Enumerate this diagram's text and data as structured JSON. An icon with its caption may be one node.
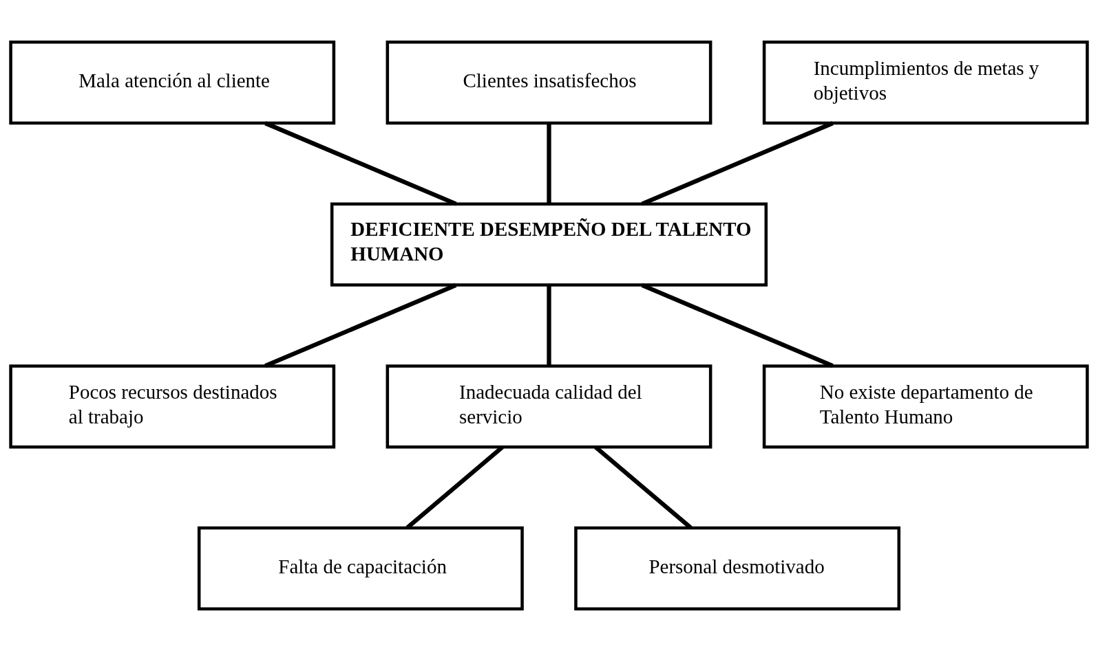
{
  "diagram": {
    "nodes": [
      {
        "text": [
          "Mala atención al cliente"
        ]
      },
      {
        "text": [
          "Clientes insatisfechos"
        ]
      },
      {
        "text": [
          "Incumplimientos de metas y objetivos"
        ]
      },
      {
        "text": [
          "DEFICIENTE DESEMPEÑO DEL TALENTO HUMANO"
        ]
      },
      {
        "text": [
          "Pocos recursos destinados al trabajo"
        ]
      },
      {
        "text": [
          "Inadecuada calidad del servicio"
        ]
      },
      {
        "text": [
          "No existe departamento de Talento Humano"
        ]
      },
      {
        "text": [
          "Falta de capacitación"
        ]
      },
      {
        "text": [
          "Personal desmotivado"
        ]
      }
    ],
    "edges": [
      {
        "from": 0,
        "to": 3,
        "arrow": "none"
      },
      {
        "from": 1,
        "to": 3,
        "arrow": "none"
      },
      {
        "from": 2,
        "to": 3,
        "arrow": "none"
      },
      {
        "from": 3,
        "to": 4,
        "arrow": "none"
      },
      {
        "from": 3,
        "to": 5,
        "arrow": "none"
      },
      {
        "from": 3,
        "to": 6,
        "arrow": "none"
      },
      {
        "from": 5,
        "to": 7,
        "arrow": "none"
      },
      {
        "from": 5,
        "to": 8,
        "arrow": "none"
      }
    ]
  }
}
